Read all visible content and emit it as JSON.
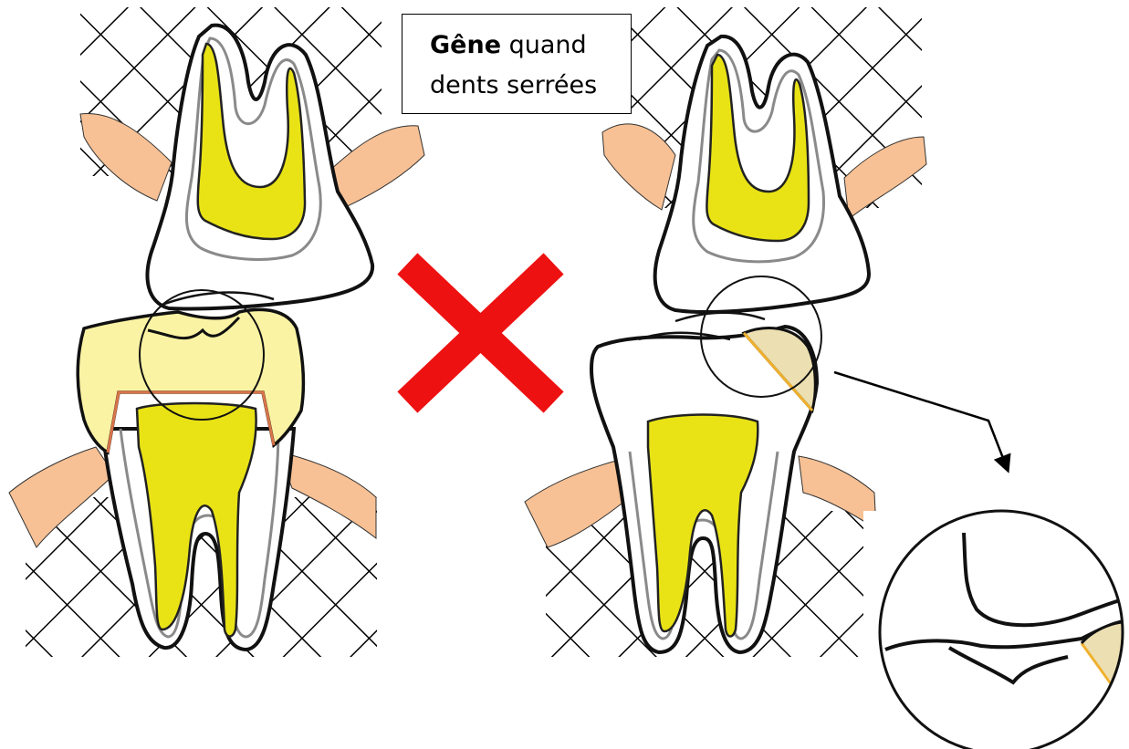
{
  "caption": {
    "bold": "Gêne",
    "line1_rest": " quand",
    "line2": "dents serrées"
  },
  "colors": {
    "gum": "#f7c195",
    "pulp": "#e9e316",
    "crown": "#fbf3a4",
    "filling": "#ecdfb1",
    "filling_edge": "#f0b12e",
    "cross": "#ee1111",
    "outline": "#111111",
    "inner_line": "#9a9a9a"
  },
  "icons": [
    "red-cross-icon",
    "arrow-icon",
    "magnifier-circle-icon"
  ]
}
